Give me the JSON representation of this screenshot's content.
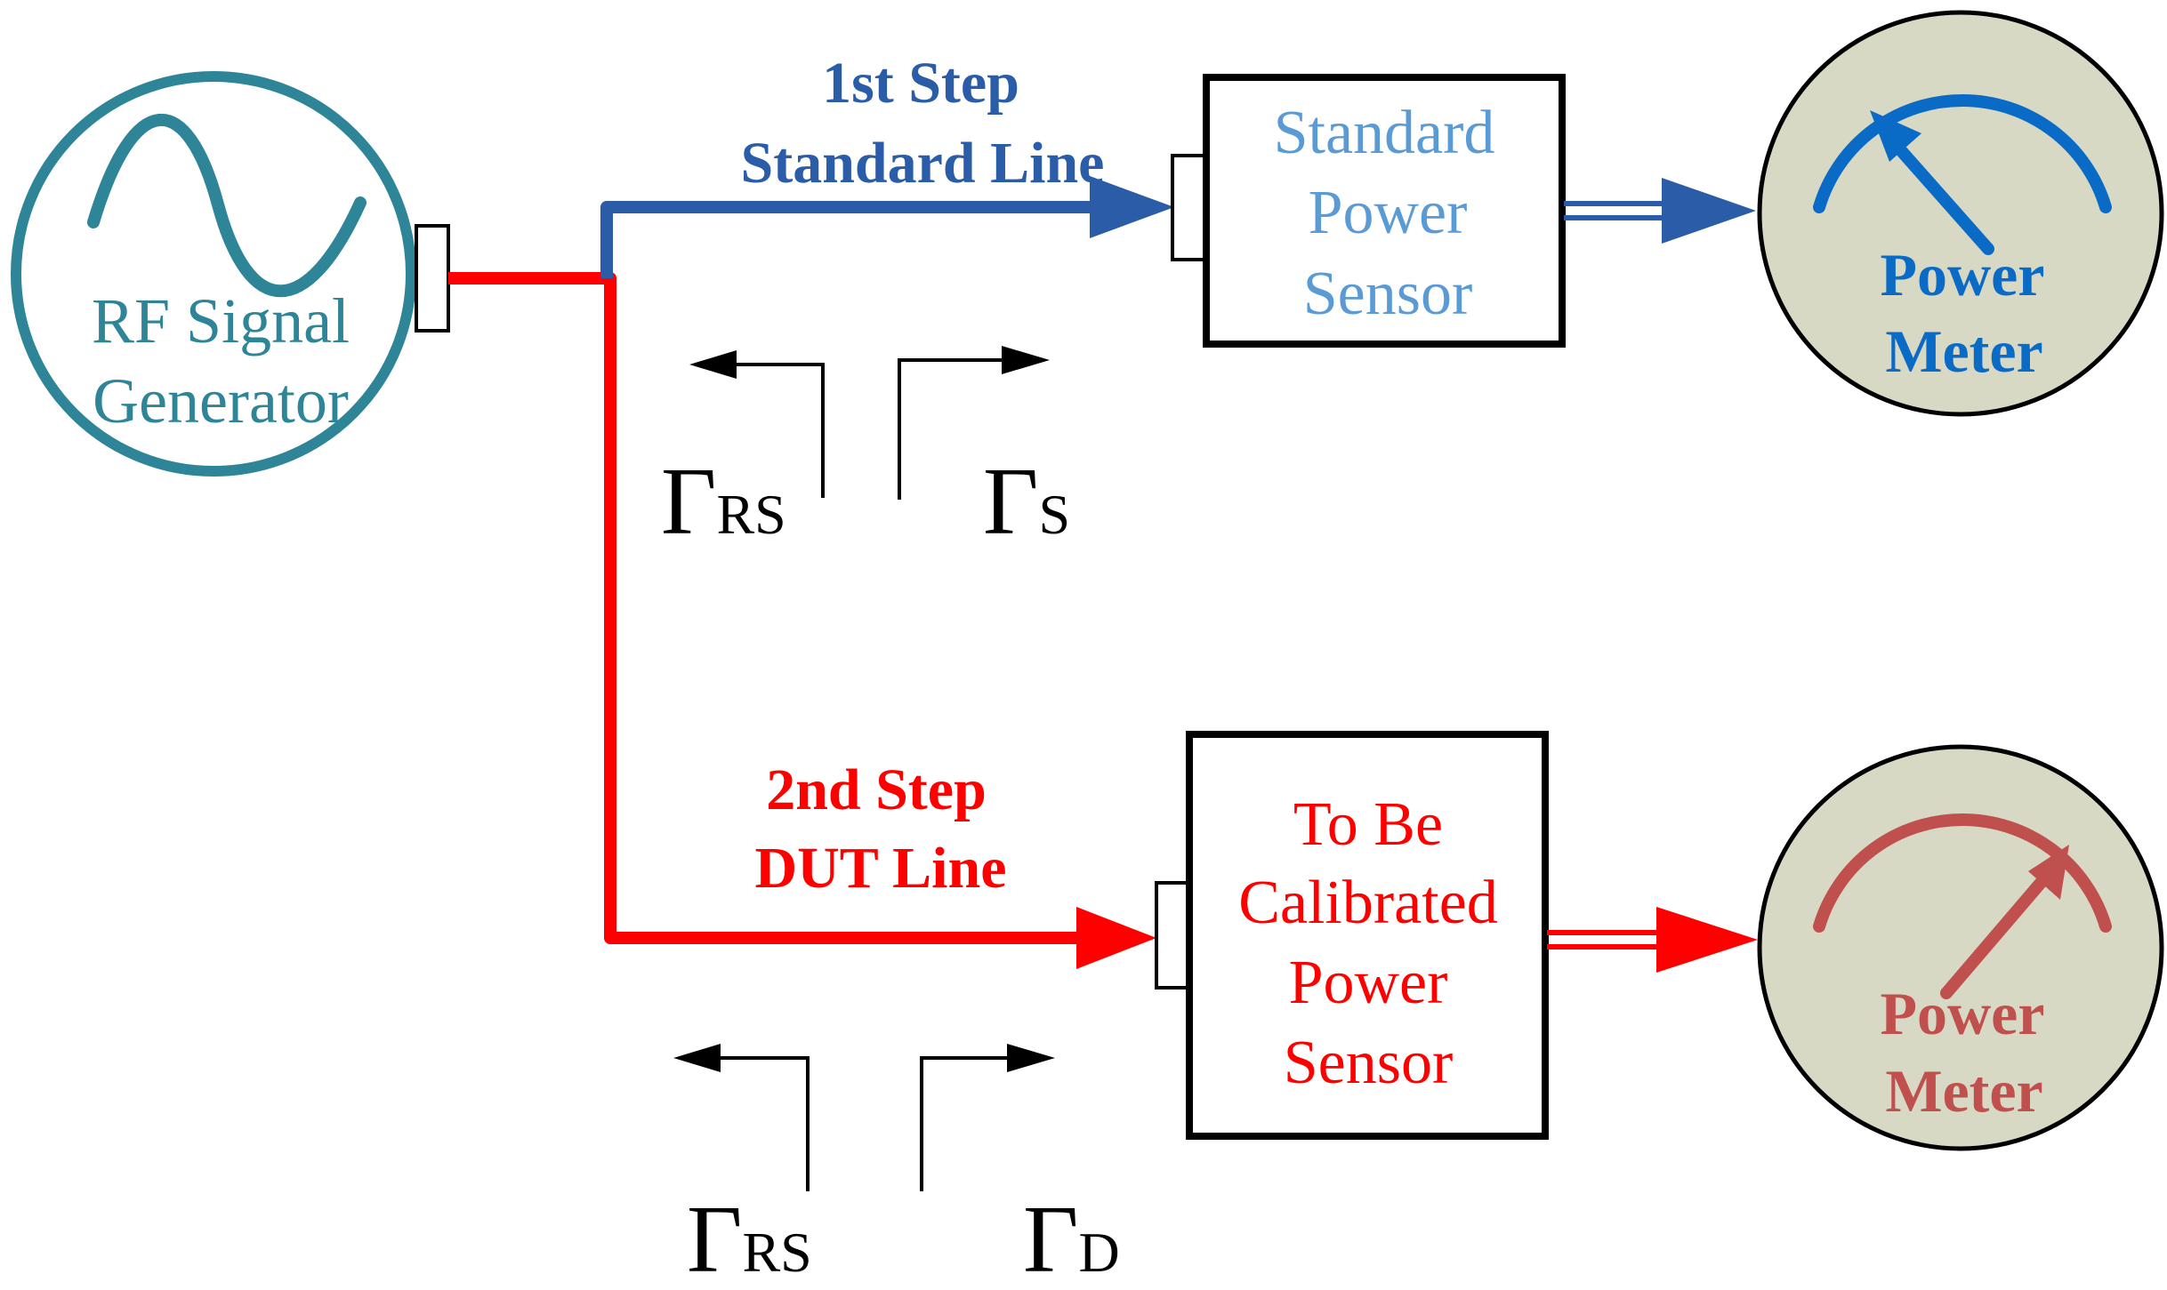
{
  "colors": {
    "generator": "#2e8597",
    "standard_line": "#2b5ca8",
    "standard_sensor_text": "#5b9bd5",
    "dut_line": "#ff0000",
    "meter_fill": "#d8d9c4",
    "meter1_accent": "#0a6bc6",
    "meter2_accent": "#c0504d",
    "black": "#000000"
  },
  "generator": {
    "label_line1": "RF Signal",
    "label_line2": "Generator",
    "icon": "sine-wave-icon"
  },
  "step1": {
    "title_line1": "1st Step",
    "title_line2": "Standard Line"
  },
  "step2": {
    "title_line1": "2nd Step",
    "title_line2": "DUT Line"
  },
  "standard_sensor": {
    "line1": "Standard",
    "line2": "Power",
    "line3": "Sensor"
  },
  "dut_sensor": {
    "line1": "To Be",
    "line2": "Calibrated",
    "line3": "Power",
    "line4": "Sensor"
  },
  "meter1": {
    "label_line1": "Power",
    "label_line2": "Meter",
    "icon": "gauge-needle-icon"
  },
  "meter2": {
    "label_line1": "Power",
    "label_line2": "Meter",
    "icon": "gauge-needle-icon"
  },
  "reflection": {
    "gamma": "Γ",
    "top_left_sub": "RS",
    "top_right_sub": "S",
    "bottom_left_sub": "RS",
    "bottom_right_sub": "D"
  }
}
